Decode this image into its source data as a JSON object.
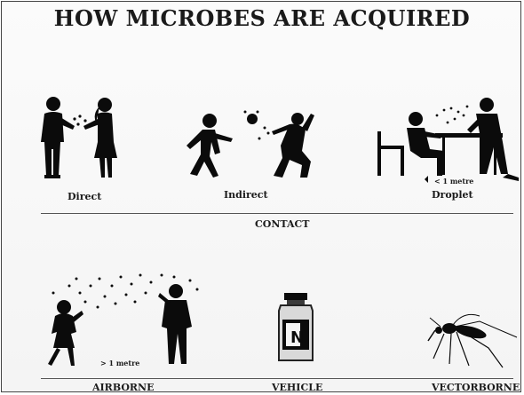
{
  "title": "HOW MICROBES ARE ACQUIRED",
  "contact": {
    "items": [
      {
        "label": "Direct",
        "icon": "direct-contact-icon"
      },
      {
        "label": "Indirect",
        "icon": "indirect-contact-icon"
      },
      {
        "label": "Droplet",
        "icon": "droplet-icon",
        "note": "< 1 metre"
      }
    ],
    "group_label": "CONTACT"
  },
  "airborne": {
    "label": "AIRBORNE",
    "note": "> 1 metre",
    "icon": "airborne-icon"
  },
  "vehicle": {
    "label": "VEHICLE",
    "icon": "vial-icon",
    "vial_letter": "N"
  },
  "vectorborne": {
    "label": "VECTORBORNE",
    "icon": "mosquito-icon"
  }
}
